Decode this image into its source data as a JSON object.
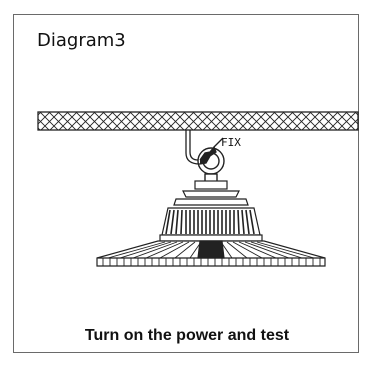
{
  "figure": {
    "title": "Diagram3",
    "fix_label": "FIX",
    "caption": "Turn on the power and test"
  }
}
